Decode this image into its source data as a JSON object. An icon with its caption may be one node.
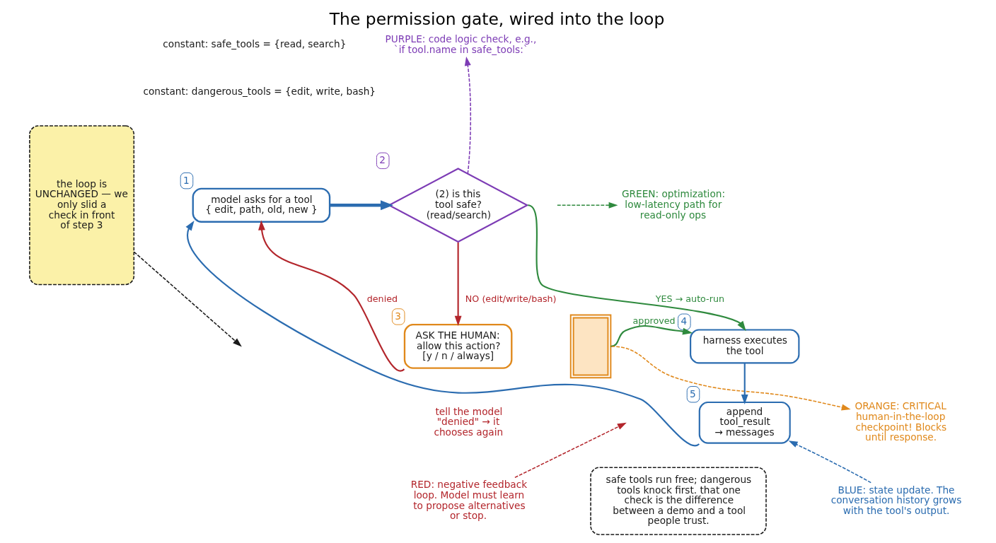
{
  "diagram": {
    "title": "The permission gate, wired into the loop",
    "nodes": [
      {
        "text": [
          "model asks for a tool",
          "{ edit, path, old, new }"
        ],
        "beside": [
          "1"
        ]
      },
      {
        "text": [
          "(2) is this tool safe? (read/search)"
        ],
        "beside": [
          "2"
        ]
      },
      {
        "text": [
          "PURPLE: code logic check, e.g., `if tool.name in safe_tools:`"
        ]
      },
      {
        "text": [
          "GREEN: optimization: low-latency path for read-only ops"
        ]
      },
      {
        "text": [
          "the loop is UNCHANGED — we only slid a check in front of step 3"
        ]
      },
      {
        "text": [
          "ASK THE HUMAN: allow this action? [y / n / always]"
        ],
        "beside": [
          "3"
        ]
      },
      {
        "text": [],
        "shape": "picture"
      },
      {
        "text": [
          "harness executes the tool"
        ],
        "beside": [
          "4"
        ]
      },
      {
        "text": [
          "ORANGE: CRITICAL human-in-the-loop checkpoint! Blocks until response."
        ]
      },
      {
        "text": [
          "append tool_result → messages"
        ],
        "beside": [
          "5"
        ]
      },
      {
        "text": [
          "RED: negative feedback loop. Model must learn to propose alternatives or stop."
        ]
      },
      {
        "text": [
          "safe tools run free; dangerous tools knock first. that one check is the difference between a demo and a tool people trust."
        ]
      },
      {
        "text": [
          "BLUE: state update. The conversation history grows with the tool's output."
        ]
      }
    ],
    "edges": [
      {
        "from": 0,
        "to": 1,
        "arrow": "to",
        "style": "thick",
        "color": "#2b6cb0"
      },
      {
        "from": 1,
        "to": 2,
        "arrow": "to",
        "style": "dashed",
        "color": "#7d3cb5"
      },
      {
        "from": 1,
        "to": 7,
        "arrow": "to",
        "label": "YES → auto-run",
        "color": "#2f8a3e"
      },
      {
        "from": null,
        "to": 3,
        "arrow": "to",
        "style": "dashed",
        "color": "#2f8a3e"
      },
      {
        "from": 1,
        "to": 5,
        "arrow": "to",
        "label": "NO (edit/write/bash)",
        "color": "#b3262c"
      },
      {
        "from": 4,
        "to": null,
        "arrow": "to",
        "style": "dashed",
        "color": "#1a1a1a"
      },
      {
        "from": 6,
        "to": 7,
        "arrow": "to",
        "label": "approved",
        "color": "#2f8a3e"
      },
      {
        "from": 6,
        "to": 8,
        "arrow": "to",
        "style": "dashed",
        "color": "#e0891c"
      },
      {
        "from": 7,
        "to": 9,
        "arrow": "to",
        "color": "#2b6cb0"
      },
      {
        "from": 5,
        "to": 0,
        "arrow": "to",
        "label": "denied",
        "color": "#b3262c"
      },
      {
        "from": 9,
        "to": 0,
        "arrow": "to",
        "color": "#2b6cb0"
      },
      {
        "from": 10,
        "to": null,
        "arrow": "to",
        "style": "dashed",
        "color": "#b3262c"
      },
      {
        "from": 12,
        "to": 9,
        "arrow": "to",
        "style": "dashed",
        "color": "#2b6cb0"
      }
    ],
    "labels": [
      "constant: safe_tools = {read, search}",
      "constant: dangerous_tools = {edit, write, bash}",
      "tell the model \"denied\" → it chooses again"
    ]
  }
}
